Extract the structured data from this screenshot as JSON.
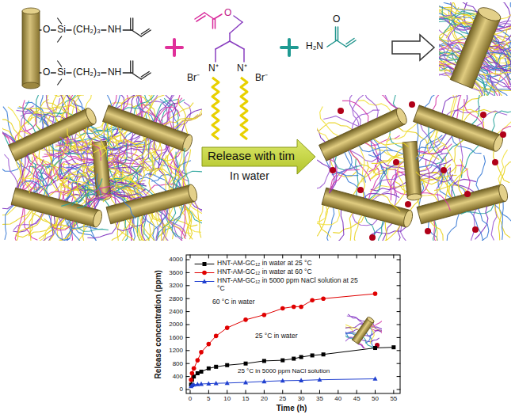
{
  "diagram": {
    "labels": [
      "O",
      "Si",
      "(CH₂)₃",
      "NH",
      "O",
      "Si",
      "(CH₂)₃",
      "NH",
      "O",
      "N⁺",
      "Br⁻",
      "N⁺",
      "Br⁻",
      "H₂N",
      "O",
      "Release with tim",
      "In water",
      "0",
      "400",
      "800",
      "1200",
      "1600",
      "2000",
      "2400",
      "2800",
      "3200",
      "3600",
      "4000",
      "0",
      "5",
      "10",
      "15",
      "20",
      "25",
      "30",
      "35",
      "40",
      "45",
      "50",
      "55",
      "Release concentration (ppm)",
      "Time (h)",
      "60 °C in water",
      "25 °C in water",
      "25 °C in 5000 ppm NaCl solution"
    ],
    "legend": [
      {
        "text": "HNT-AM-GC₁₂ in water at 25 °C"
      },
      {
        "text": "HNT-AM-GC₁₂ in water at 60 °C"
      },
      {
        "text": "HNT-AM-GC₁₂ in 5000 ppm NaCl solution at 25 °C"
      }
    ]
  }
}
